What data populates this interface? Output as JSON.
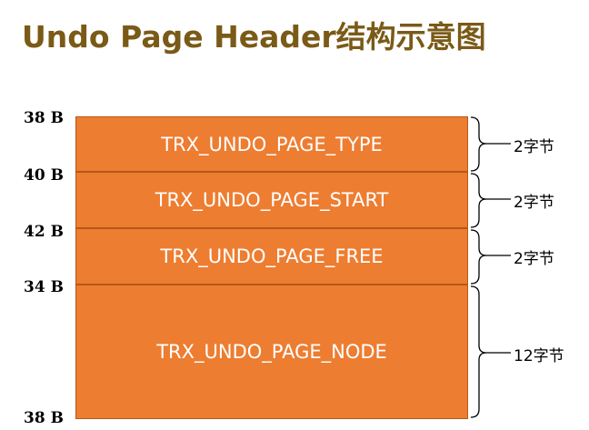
{
  "title": "Undo Page Header结构示意图",
  "offsets": [
    "38 B",
    "40 B",
    "42 B",
    "34 B",
    "38 B"
  ],
  "fields": [
    {
      "name": "TRX_UNDO_PAGE_TYPE",
      "size": "2字节"
    },
    {
      "name": "TRX_UNDO_PAGE_START",
      "size": "2字节"
    },
    {
      "name": "TRX_UNDO_PAGE_FREE",
      "size": "2字节"
    },
    {
      "name": "TRX_UNDO_PAGE_NODE",
      "size": "12字节"
    }
  ],
  "colors": {
    "title": "#7a5a17",
    "block_fill": "#ed7d31",
    "block_border": "#b3581c",
    "block_text": "#ffffff"
  }
}
